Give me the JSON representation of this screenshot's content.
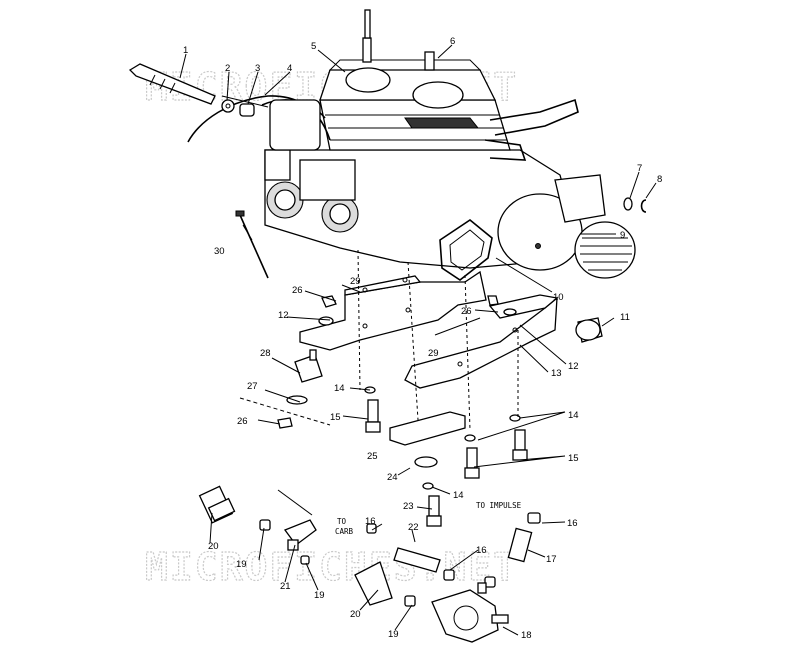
{
  "watermarks": [
    "MICROFICHES.NET",
    "MICROFICHES.NET"
  ],
  "notes": {
    "to_carb_1": "TO",
    "to_carb_2": "CARB",
    "to_impulse": "TO IMPULSE"
  },
  "callouts": [
    "1",
    "2",
    "3",
    "4",
    "5",
    "6",
    "7",
    "8",
    "9",
    "10",
    "11",
    "12",
    "12",
    "13",
    "14",
    "14",
    "14",
    "15",
    "15",
    "16",
    "16",
    "16",
    "17",
    "18",
    "19",
    "19",
    "19",
    "20",
    "20",
    "21",
    "22",
    "23",
    "24",
    "25",
    "26",
    "26",
    "26",
    "27",
    "28",
    "29",
    "29",
    "30"
  ]
}
